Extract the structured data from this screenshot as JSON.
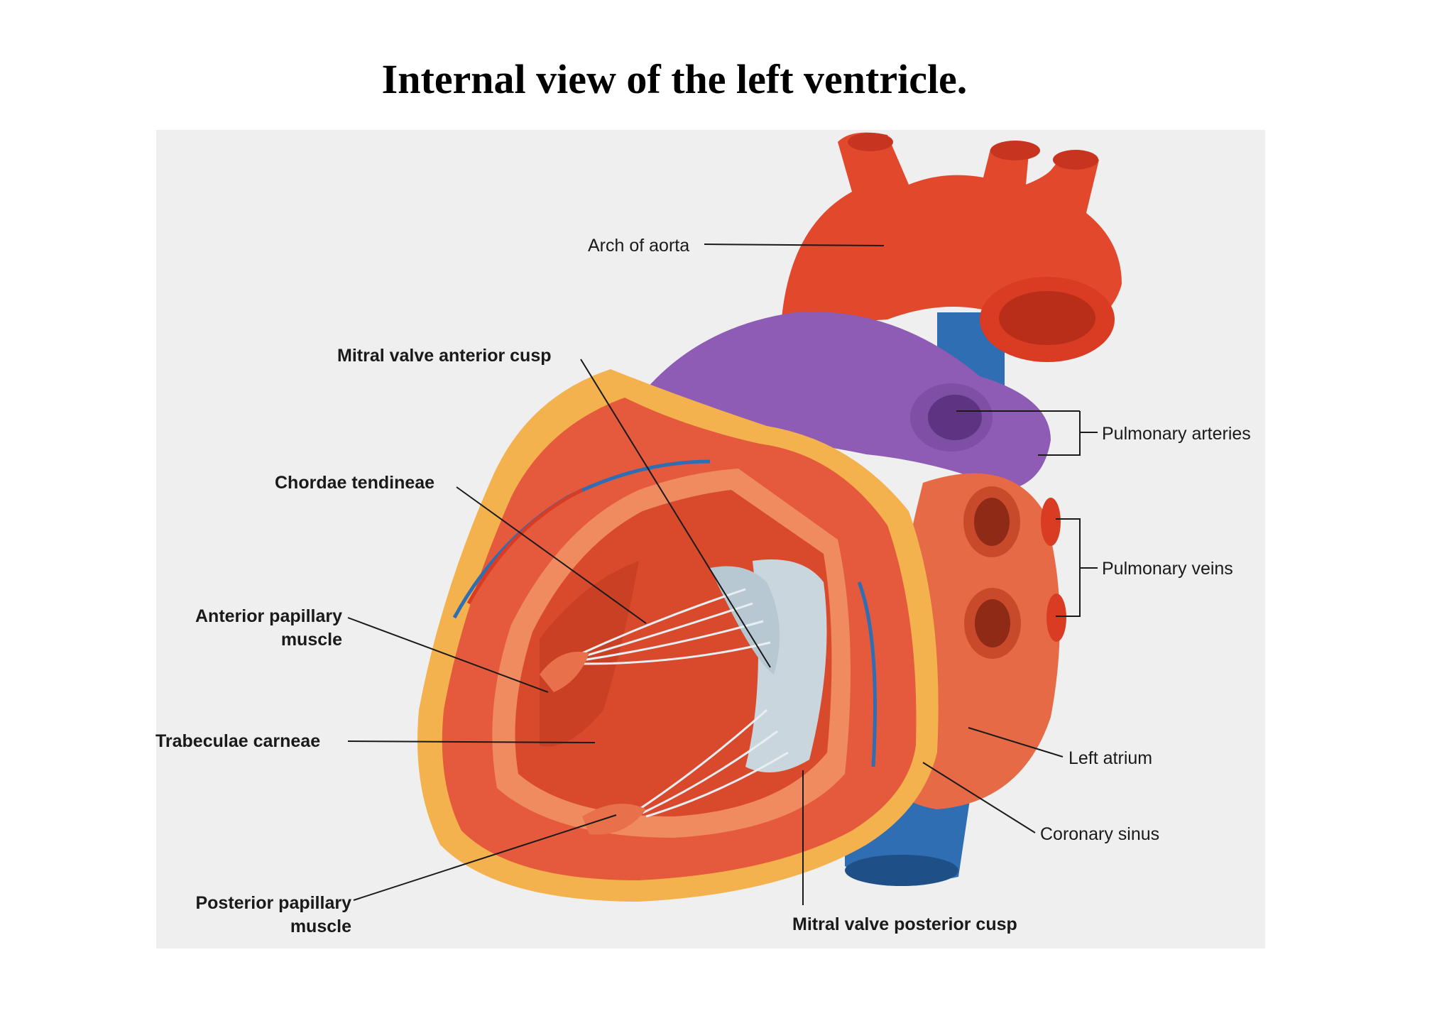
{
  "title": "Internal view of the left ventricle.",
  "labels": {
    "arch_of_aorta": "Arch of aorta",
    "mitral_anterior": "Mitral valve anterior cusp",
    "chordae": "Chordae tendineae",
    "ant_papillary_1": "Anterior papillary",
    "ant_papillary_2": "muscle",
    "trabeculae": "Trabeculae carneae",
    "post_papillary_1": "Posterior papillary",
    "post_papillary_2": "muscle",
    "mitral_posterior": "Mitral valve posterior cusp",
    "pulmonary_arteries": "Pulmonary arteries",
    "pulmonary_veins": "Pulmonary veins",
    "left_atrium": "Left atrium",
    "coronary_sinus": "Coronary sinus"
  },
  "colors": {
    "aorta": "#e2482c",
    "pulmonary_artery": "#8e5bb5",
    "vena_cava": "#2f6eb3",
    "myocardium": "#e55a3c",
    "fat": "#f3b24d",
    "valve": "#c9d6de"
  }
}
